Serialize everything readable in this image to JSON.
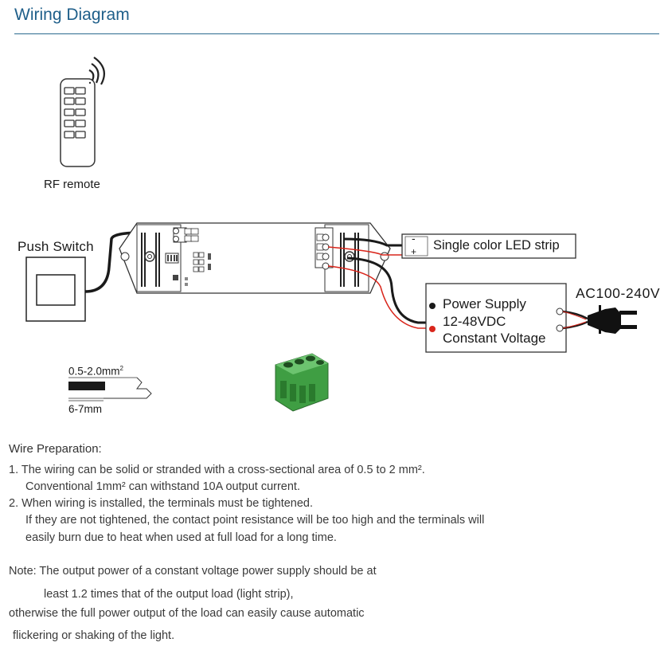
{
  "header": {
    "title": "Wiring Diagram"
  },
  "diagram": {
    "remote_label": "RF remote",
    "push_switch_label": "Push Switch",
    "led_strip_label": "Single color LED strip",
    "ac_label": "AC100-240V",
    "power_supply_lines": [
      "Power Supply",
      "12-48VDC",
      "Constant Voltage"
    ],
    "wire_area_label": "0.5-2.0mm",
    "wire_area_sup": "2",
    "strip_length_label": "6-7mm",
    "led_minus": "-",
    "led_plus": "+"
  },
  "wire_preparation": {
    "title": "Wire Preparation:",
    "lines": [
      "1. The wiring can be solid or stranded with a cross-sectional area of 0.5 to 2 mm².",
      "Conventional 1mm² can withstand 10A output current.",
      "2. When wiring is installed, the terminals must be tightened.",
      "If they are not tightened, the contact point resistance will be too high and the terminals will",
      "easily burn due to heat when used at full load for a long time."
    ]
  },
  "note": {
    "lines": [
      "Note: The output power of a constant voltage power supply should be at",
      "least 1.2 times that of the output load (light strip),",
      "otherwise the full power output of the load can easily cause automatic",
      "flickering or shaking of the light."
    ]
  },
  "colors": {
    "title_blue": "#1f5f8a",
    "wire_red": "#d9261c",
    "wire_black": "#1a1a1a",
    "terminal_green": "#4caf50"
  }
}
